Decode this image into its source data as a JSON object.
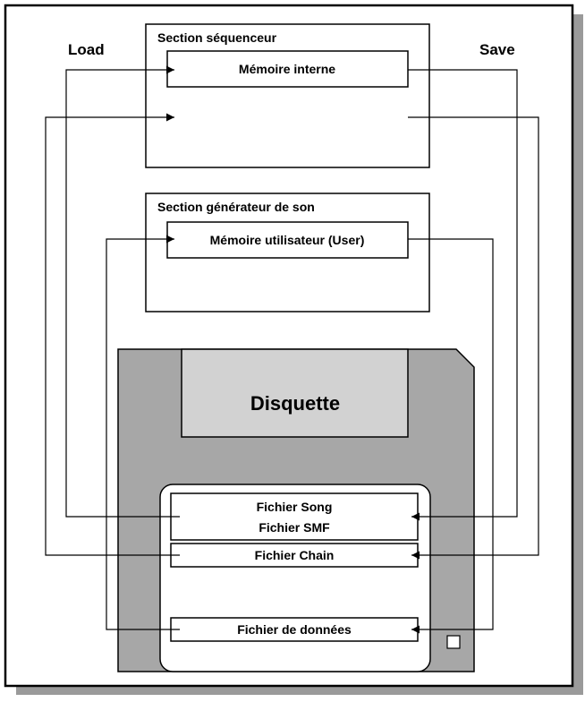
{
  "labels": {
    "load": "Load",
    "save": "Save"
  },
  "sequencer": {
    "title": "Section séquenceur",
    "internal_memory": "Mémoire interne"
  },
  "sound_generator": {
    "title": "Section générateur de son",
    "user_memory": "Mémoire utilisateur (User)"
  },
  "disk": {
    "title": "Disquette",
    "files": {
      "song": "Fichier Song",
      "smf": "Fichier SMF",
      "chain": "Fichier Chain",
      "data": "Fichier de données"
    }
  },
  "colors": {
    "frame_border": "#000000",
    "shadow": "#9a9a9a",
    "disk_body": "#a7a7a7",
    "disk_shutter": "#d2d2d2",
    "box_fill": "#ffffff",
    "line": "#000000"
  }
}
